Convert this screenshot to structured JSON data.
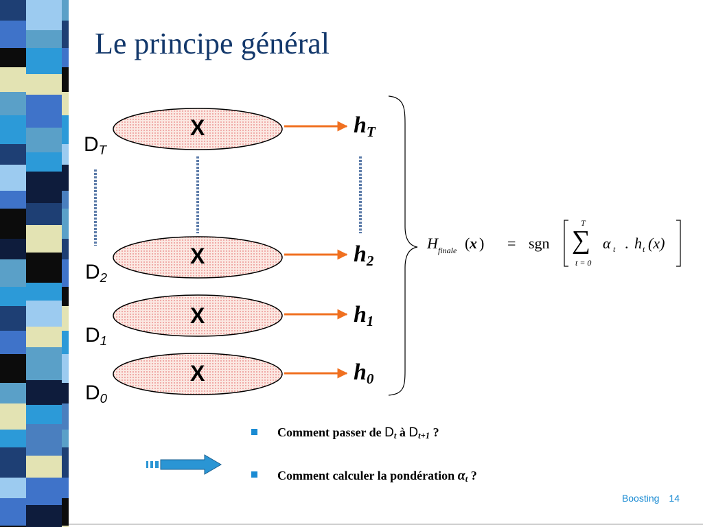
{
  "title": "Le principe général",
  "datasets": [
    {
      "letter": "D",
      "sub": "T",
      "learner": "X",
      "h_letter": "h",
      "h_sub": "T"
    },
    {
      "letter": "D",
      "sub": "2",
      "learner": "X",
      "h_letter": "h",
      "h_sub": "2"
    },
    {
      "letter": "D",
      "sub": "1",
      "learner": "X",
      "h_letter": "h",
      "h_sub": "1"
    },
    {
      "letter": "D",
      "sub": "0",
      "learner": "X",
      "h_letter": "h",
      "h_sub": "0"
    }
  ],
  "formula": {
    "H": "H",
    "finale": "finale",
    "lparen": "(",
    "x": "x",
    "rparen": ")",
    "equals": "=",
    "sgn": "sgn",
    "sigma": "∑",
    "upper": "T",
    "lower": "t = 0",
    "alpha": "α",
    "t_sub": "t",
    "dot": ".",
    "h": "h",
    "ht_sub": "t",
    "hx": "(x)"
  },
  "questions": {
    "q1_pre": "Comment passer de ",
    "q1_D1": "D",
    "q1_sub1": "t",
    "q1_mid": " à ",
    "q1_D2": "D",
    "q1_sub2": "t+1",
    "q1_post": " ?",
    "q2_pre": "Comment calculer la pondération ",
    "q2_alpha": "α",
    "q2_sub": "t",
    "q2_post": " ?"
  },
  "footer": {
    "section": "Boosting",
    "page": "14"
  },
  "colors": {
    "title": "#13386b",
    "arrow": "#f07020",
    "ellipse_fill": "#fbe8e2",
    "ellipse_dots": "#e05050",
    "dashes": "#5a7aa8",
    "bullet": "#1a8bd3",
    "footer": "#1a8bd3",
    "big_arrow": "#2a95d4"
  }
}
